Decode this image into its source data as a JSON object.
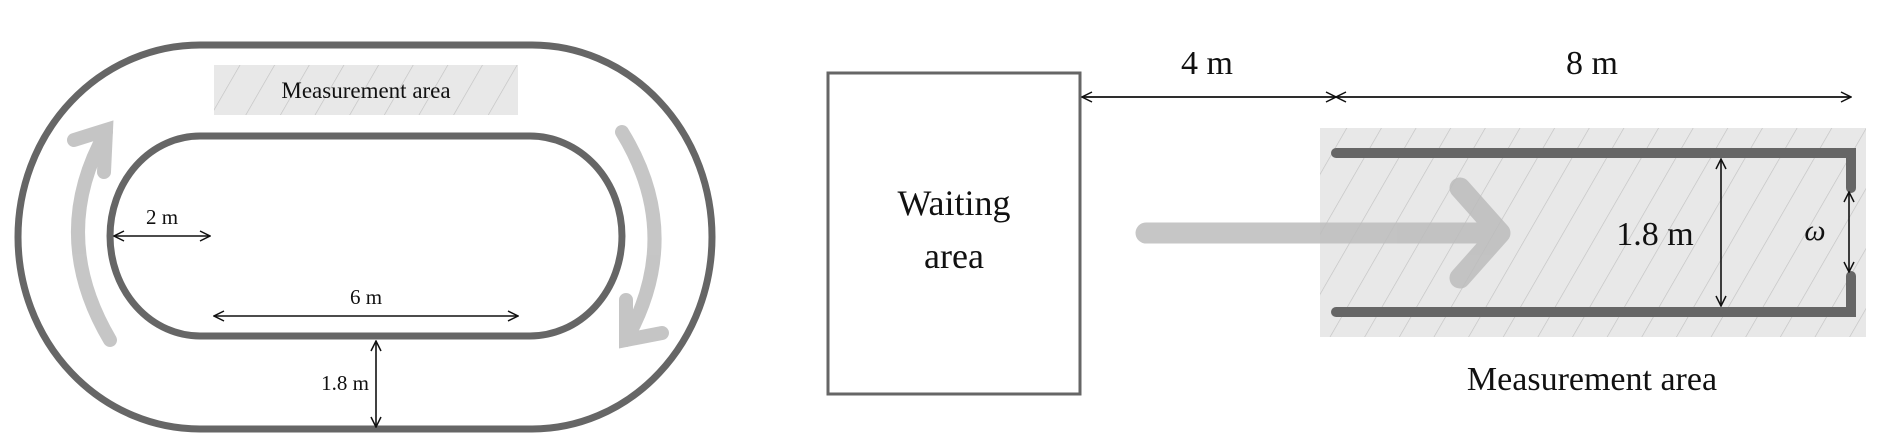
{
  "left_diagram": {
    "measurement_area_label": "Measurement area",
    "dim_straight_half_radius": "2 m",
    "dim_straight_length": "6 m",
    "dim_corridor_width": "1.8 m"
  },
  "right_diagram": {
    "waiting_area_line1": "Waiting",
    "waiting_area_line2": "area",
    "dim_gap": "4 m",
    "dim_corridor_length": "8 m",
    "dim_corridor_width": "1.8 m",
    "dim_exit_width": "ω",
    "measurement_area_label": "Measurement area"
  },
  "colors": {
    "wall": "#666666",
    "flow_arrow": "#c4c4c4",
    "measurement_fill": "#e8e8e8",
    "hatch": "#bdbdbd"
  }
}
